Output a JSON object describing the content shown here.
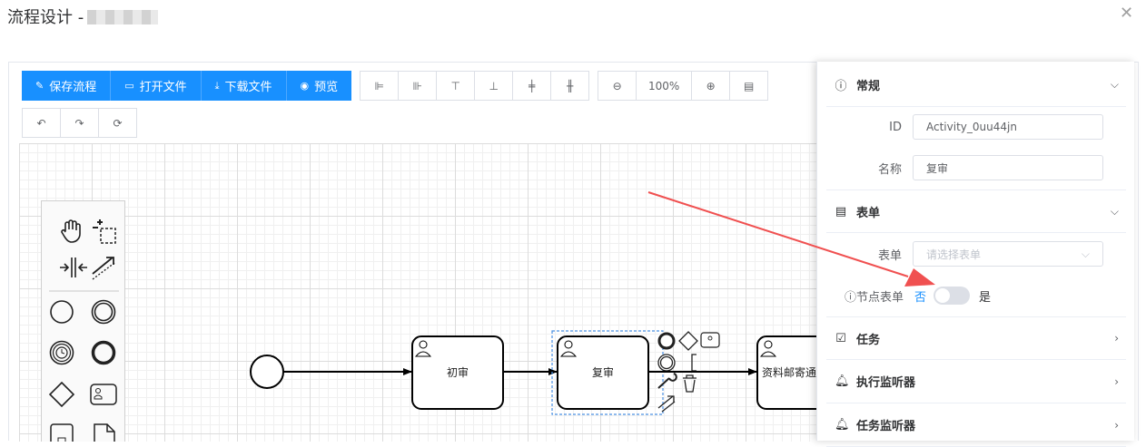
{
  "dialog": {
    "title": "流程设计 -",
    "close_icon": "close-icon"
  },
  "toolbar": {
    "save_label": "保存流程",
    "open_label": "打开文件",
    "download_label": "下载文件",
    "preview_label": "预览",
    "zoom_value": "100%"
  },
  "diagram": {
    "tasks": [
      "初审",
      "复审",
      "资料邮寄通"
    ]
  },
  "panel": {
    "general": {
      "title": "常规",
      "id_label": "ID",
      "id_value": "Activity_0uu44jn",
      "name_label": "名称",
      "name_value": "复审"
    },
    "form": {
      "title": "表单",
      "form_label": "表单",
      "form_placeholder": "请选择表单",
      "node_form_label": "节点表单",
      "no_label": "否",
      "yes_label": "是",
      "node_form_enabled": false
    },
    "task": {
      "title": "任务"
    },
    "exec_listener": {
      "title": "执行监听器"
    },
    "task_listener": {
      "title": "任务监听器"
    }
  },
  "colors": {
    "primary": "#1890ff",
    "annotation_arrow": "#f05050"
  }
}
